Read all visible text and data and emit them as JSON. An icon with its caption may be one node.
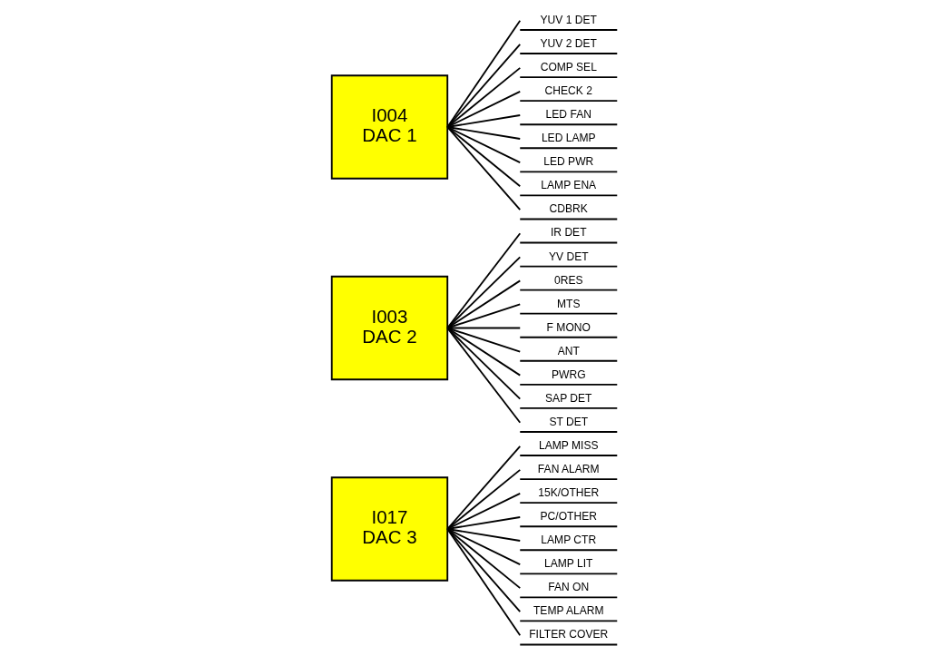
{
  "diagram": {
    "nodes": [
      {
        "text": [
          "I004",
          "DAC 1"
        ]
      },
      {
        "text": [
          "YUV 1 DET"
        ]
      },
      {
        "text": [
          "YUV 2 DET"
        ]
      },
      {
        "text": [
          "COMP SEL"
        ]
      },
      {
        "text": [
          "CHECK 2"
        ]
      },
      {
        "text": [
          "LED FAN"
        ]
      },
      {
        "text": [
          "LED LAMP"
        ]
      },
      {
        "text": [
          "LED PWR"
        ]
      },
      {
        "text": [
          "LAMP ENA"
        ]
      },
      {
        "text": [
          "CDBRK"
        ]
      },
      {
        "text": [
          "I003",
          "DAC 2"
        ]
      },
      {
        "text": [
          "IR DET"
        ]
      },
      {
        "text": [
          "YV DET"
        ]
      },
      {
        "text": [
          "0RES"
        ]
      },
      {
        "text": [
          "MTS"
        ]
      },
      {
        "text": [
          "F MONO"
        ]
      },
      {
        "text": [
          "ANT"
        ]
      },
      {
        "text": [
          "PWRG"
        ]
      },
      {
        "text": [
          "SAP DET"
        ]
      },
      {
        "text": [
          "ST DET"
        ]
      },
      {
        "text": [
          "I017",
          "DAC 3"
        ]
      },
      {
        "text": [
          "LAMP MISS"
        ]
      },
      {
        "text": [
          "FAN ALARM"
        ]
      },
      {
        "text": [
          "15K/OTHER"
        ]
      },
      {
        "text": [
          "PC/OTHER"
        ]
      },
      {
        "text": [
          "LAMP CTR"
        ]
      },
      {
        "text": [
          "LAMP LIT"
        ]
      },
      {
        "text": [
          "FAN ON"
        ]
      },
      {
        "text": [
          "TEMP ALARM"
        ]
      },
      {
        "text": [
          "FILTER COVER"
        ]
      }
    ],
    "edges": [
      {
        "from": 0,
        "to": 1,
        "arrow": "none"
      },
      {
        "from": 0,
        "to": 2,
        "arrow": "none"
      },
      {
        "from": 0,
        "to": 3,
        "arrow": "none"
      },
      {
        "from": 0,
        "to": 4,
        "arrow": "none"
      },
      {
        "from": 0,
        "to": 5,
        "arrow": "none"
      },
      {
        "from": 0,
        "to": 6,
        "arrow": "none"
      },
      {
        "from": 0,
        "to": 7,
        "arrow": "none"
      },
      {
        "from": 0,
        "to": 8,
        "arrow": "none"
      },
      {
        "from": 0,
        "to": 9,
        "arrow": "none"
      },
      {
        "from": 10,
        "to": 11,
        "arrow": "none"
      },
      {
        "from": 10,
        "to": 12,
        "arrow": "none"
      },
      {
        "from": 10,
        "to": 13,
        "arrow": "none"
      },
      {
        "from": 10,
        "to": 14,
        "arrow": "none"
      },
      {
        "from": 10,
        "to": 15,
        "arrow": "none"
      },
      {
        "from": 10,
        "to": 16,
        "arrow": "none"
      },
      {
        "from": 10,
        "to": 17,
        "arrow": "none"
      },
      {
        "from": 10,
        "to": 18,
        "arrow": "none"
      },
      {
        "from": 10,
        "to": 19,
        "arrow": "none"
      },
      {
        "from": 20,
        "to": 21,
        "arrow": "none"
      },
      {
        "from": 20,
        "to": 22,
        "arrow": "none"
      },
      {
        "from": 20,
        "to": 23,
        "arrow": "none"
      },
      {
        "from": 20,
        "to": 24,
        "arrow": "none"
      },
      {
        "from": 20,
        "to": 25,
        "arrow": "none"
      },
      {
        "from": 20,
        "to": 26,
        "arrow": "none"
      },
      {
        "from": 20,
        "to": 27,
        "arrow": "none"
      },
      {
        "from": 20,
        "to": 28,
        "arrow": "none"
      },
      {
        "from": 20,
        "to": 29,
        "arrow": "none"
      }
    ]
  }
}
